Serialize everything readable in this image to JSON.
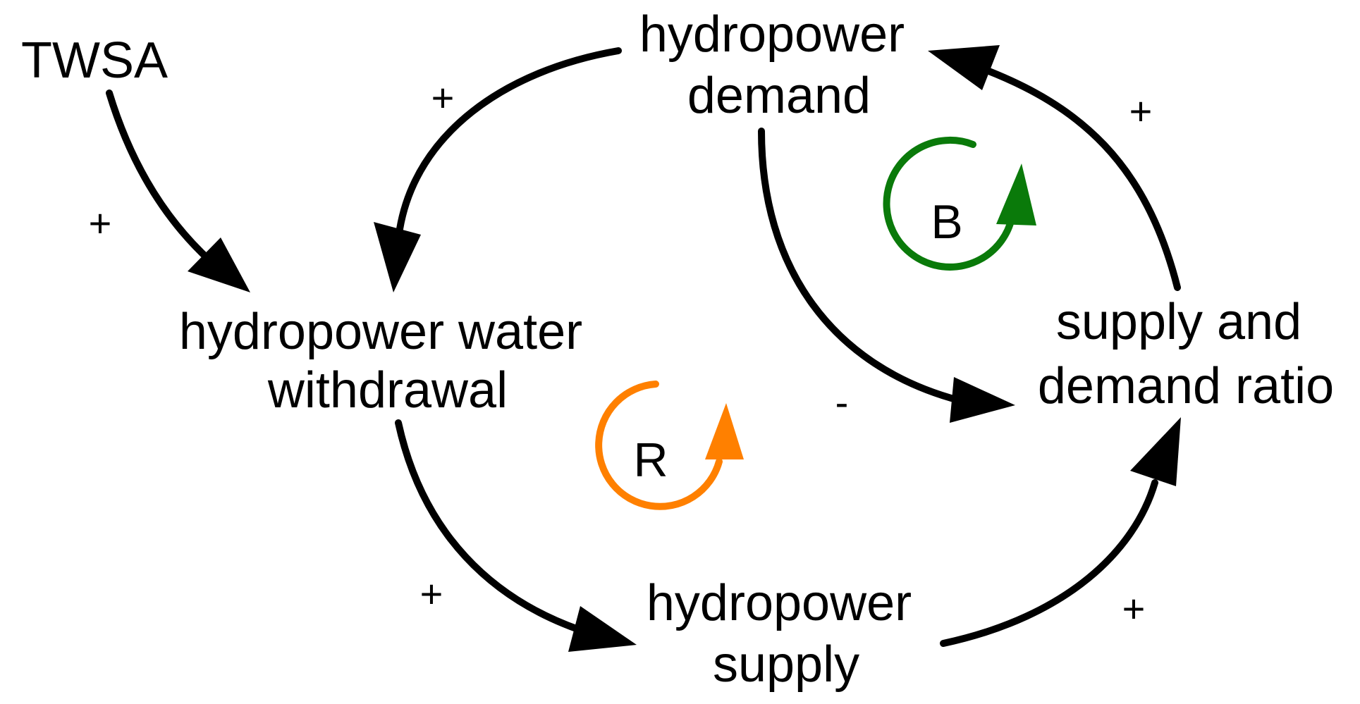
{
  "colors": {
    "link": "#000000",
    "balancing_loop": "#0a7a0a",
    "reinforcing_loop": "#ff8000"
  },
  "nodes": {
    "twsa": {
      "lines": [
        "TWSA"
      ]
    },
    "hydropower_demand": {
      "lines": [
        "hydropower",
        "demand"
      ]
    },
    "hydropower_water_withdrawal": {
      "lines": [
        "hydropower water",
        "withdrawal"
      ]
    },
    "supply_and_demand_ratio": {
      "lines": [
        "supply and",
        "demand ratio"
      ]
    },
    "hydropower_supply": {
      "lines": [
        "hydropower",
        "supply"
      ]
    }
  },
  "links": [
    {
      "from": "TWSA",
      "to": "hydropower water withdrawal",
      "polarity": "+"
    },
    {
      "from": "hydropower demand",
      "to": "hydropower water withdrawal",
      "polarity": "+"
    },
    {
      "from": "supply and demand ratio",
      "to": "hydropower demand",
      "polarity": "+"
    },
    {
      "from": "hydropower demand",
      "to": "supply and demand ratio",
      "polarity": "-"
    },
    {
      "from": "hydropower water withdrawal",
      "to": "hydropower supply",
      "polarity": "+"
    },
    {
      "from": "hydropower supply",
      "to": "supply and demand ratio",
      "polarity": "+"
    }
  ],
  "loops": {
    "balancing": {
      "label": "B",
      "icon": "circular-arrow-icon"
    },
    "reinforcing": {
      "label": "R",
      "icon": "circular-arrow-icon"
    }
  }
}
